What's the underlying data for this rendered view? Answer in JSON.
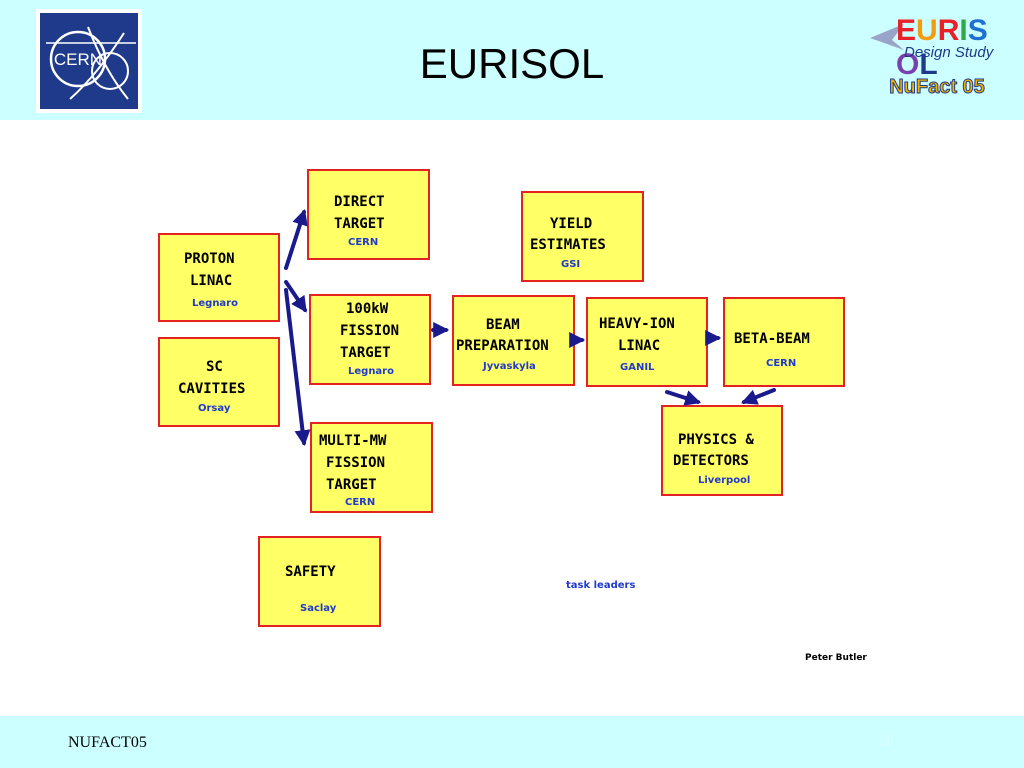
{
  "title": "EURISOL",
  "logos": {
    "cern_text": "CERN",
    "eurisol_letters": [
      {
        "ch": "E",
        "color": "#e8202a"
      },
      {
        "ch": "U",
        "color": "#f39c12"
      },
      {
        "ch": "R",
        "color": "#e8202a"
      },
      {
        "ch": "I",
        "color": "#2ea84a"
      },
      {
        "ch": "S",
        "color": "#1f6fd1"
      },
      {
        "ch": "O",
        "color": "#7a3fb0"
      },
      {
        "ch": "L",
        "color": "#1f3a8a"
      }
    ],
    "design_study": "Design Study",
    "nufact": "NuFact 05"
  },
  "boxes": {
    "proton_linac": {
      "line1": "PROTON",
      "line2": "LINAC",
      "leader": "Legnaro"
    },
    "sc_cavities": {
      "line1": "SC",
      "line2": "CAVITIES",
      "leader": "Orsay"
    },
    "direct_target": {
      "line1": "DIRECT",
      "line2": "TARGET",
      "leader": "CERN"
    },
    "fission_100kw": {
      "line1": "100kW",
      "line2": "FISSION",
      "line3": "TARGET",
      "leader": "Legnaro"
    },
    "multi_mw": {
      "line1": "MULTI-MW",
      "line2": "FISSION",
      "line3": "TARGET",
      "leader": "CERN"
    },
    "yield_estimates": {
      "line1": "YIELD",
      "line2": "ESTIMATES",
      "leader": "GSI"
    },
    "beam_preparation": {
      "line1": "BEAM",
      "line2": "PREPARATION",
      "leader": "Jyvaskyla"
    },
    "heavy_ion_linac": {
      "line1": "HEAVY-ION",
      "line2": "LINAC",
      "leader": "GANIL"
    },
    "beta_beam": {
      "line1": "BETA-BEAM",
      "leader": "CERN"
    },
    "physics_detectors": {
      "line1": "PHYSICS &",
      "line2": "DETECTORS",
      "leader": "Liverpool"
    },
    "safety": {
      "line1": "SAFETY",
      "leader": "Saclay"
    }
  },
  "legend": {
    "task_leaders": "task leaders"
  },
  "author": "Peter Butler",
  "footer": {
    "text": "NUFACT05",
    "page": "21"
  },
  "colors": {
    "box_fill": "#ffff66",
    "box_border": "#e32222",
    "arrow": "#1a1a8c",
    "leader_text": "#1f3acc",
    "header_bg": "#ccffff"
  }
}
